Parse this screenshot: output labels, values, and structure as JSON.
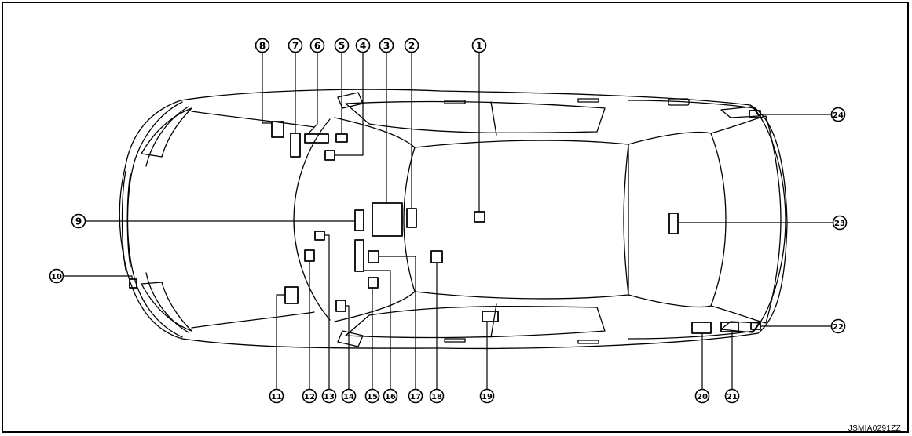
{
  "callouts": [
    {
      "id": 1,
      "label": "1"
    },
    {
      "id": 2,
      "label": "2"
    },
    {
      "id": 3,
      "label": "3"
    },
    {
      "id": 4,
      "label": "4"
    },
    {
      "id": 5,
      "label": "5"
    },
    {
      "id": 6,
      "label": "6"
    },
    {
      "id": 7,
      "label": "7"
    },
    {
      "id": 8,
      "label": "8"
    },
    {
      "id": 9,
      "label": "9"
    },
    {
      "id": 10,
      "label": "10"
    },
    {
      "id": 11,
      "label": "11"
    },
    {
      "id": 12,
      "label": "12"
    },
    {
      "id": 13,
      "label": "13"
    },
    {
      "id": 14,
      "label": "14"
    },
    {
      "id": 15,
      "label": "15"
    },
    {
      "id": 16,
      "label": "16"
    },
    {
      "id": 17,
      "label": "17"
    },
    {
      "id": 18,
      "label": "18"
    },
    {
      "id": 19,
      "label": "19"
    },
    {
      "id": 20,
      "label": "20"
    },
    {
      "id": 21,
      "label": "21"
    },
    {
      "id": 22,
      "label": "22"
    },
    {
      "id": 23,
      "label": "23"
    },
    {
      "id": 24,
      "label": "24"
    }
  ],
  "drawing_code": "JSMIA0291ZZ",
  "colors": {
    "line": "#000000",
    "background": "#ffffff"
  }
}
